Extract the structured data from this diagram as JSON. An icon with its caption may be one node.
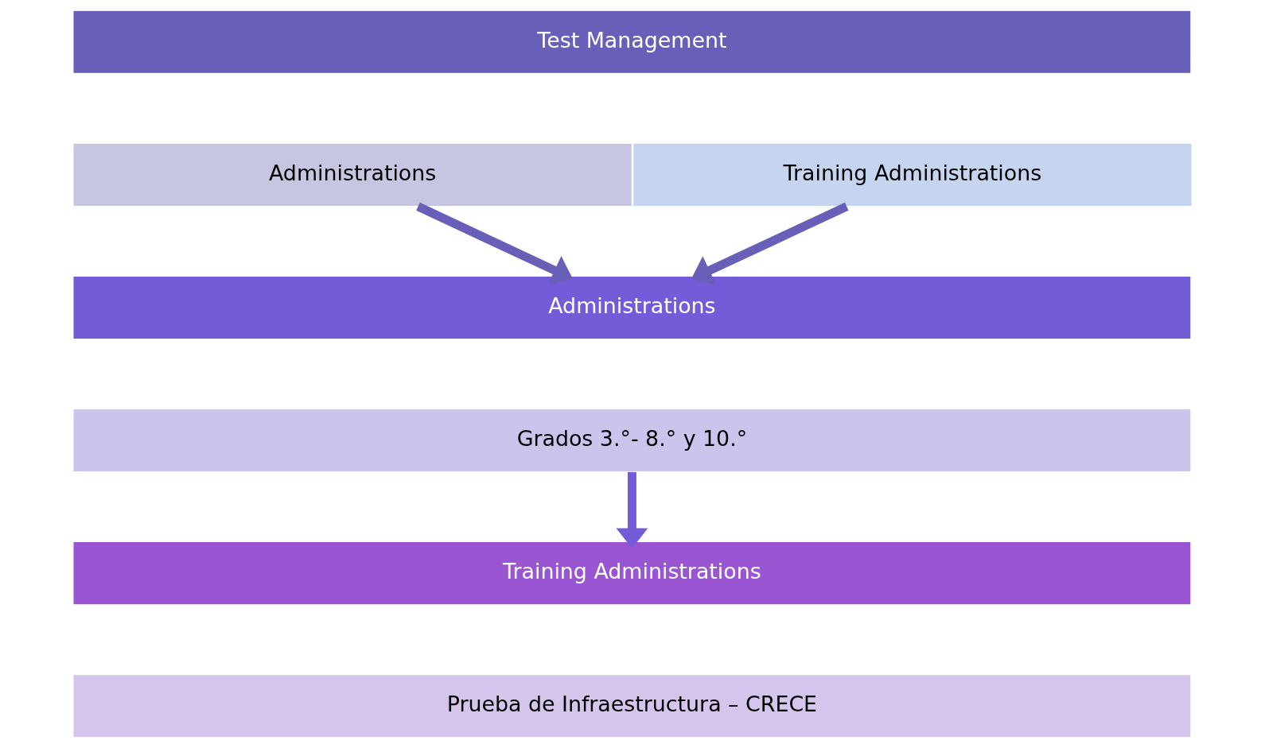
{
  "diagram": {
    "nodes": [
      {
        "text": [
          "Test Management"
        ]
      },
      {
        "text": [
          "Administrations"
        ]
      },
      {
        "text": [
          "Training Administrations"
        ]
      },
      {
        "text": [
          "Administrations"
        ]
      },
      {
        "text": [
          "Grados 3.°- 8.° y 10.°"
        ]
      },
      {
        "text": [
          "Training Administrations"
        ]
      },
      {
        "text": [
          "Prueba de Infraestructura – CRECE"
        ]
      }
    ],
    "edges": [
      {
        "from": 1,
        "to": 3,
        "arrow": "to"
      },
      {
        "from": 2,
        "to": 3,
        "arrow": "to"
      },
      {
        "from": 4,
        "to": 5,
        "arrow": "to",
        "color": "#745cd8"
      }
    ]
  }
}
